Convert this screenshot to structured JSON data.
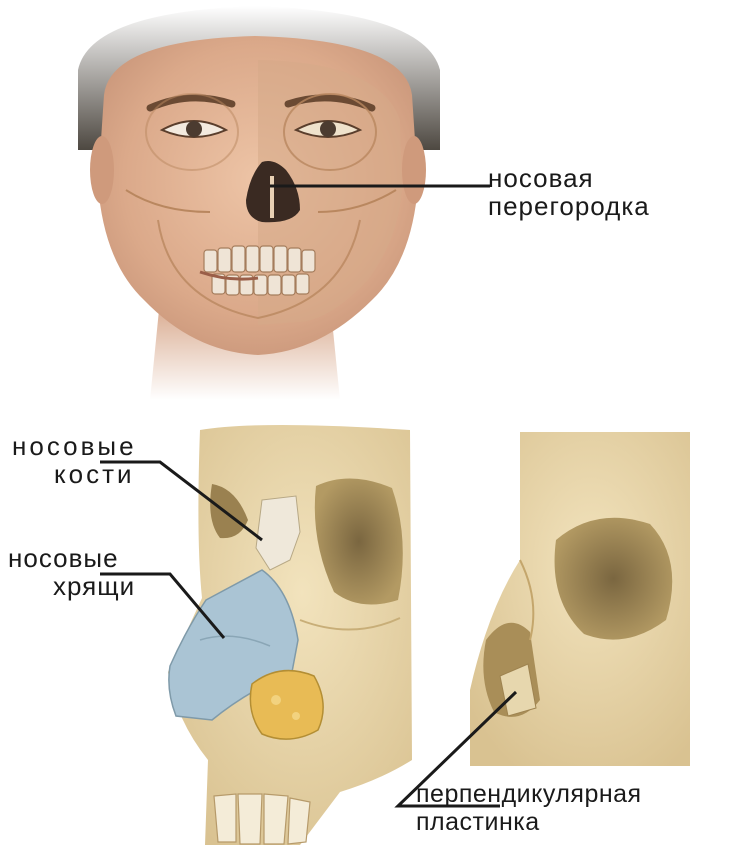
{
  "labels": {
    "nasal_septum": [
      "носовая",
      "перегородка"
    ],
    "nasal_bones": [
      "носовые",
      "кости"
    ],
    "nasal_cartilages": [
      "носовые",
      "хрящи"
    ],
    "perpendicular_plate": [
      "перпендикулярная",
      "пластинка"
    ]
  },
  "colors": {
    "background": "#ffffff",
    "skin": "#e2b394",
    "bone": "#e9d8ad",
    "cartilage_blue": "#aac4d4",
    "cartilage_yellow": "#e8bb55",
    "hair": "#3a342c",
    "leader_line": "#1a1a1a"
  }
}
